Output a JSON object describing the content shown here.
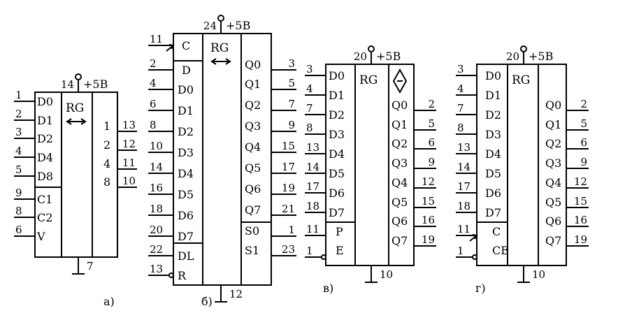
{
  "supply": "+5В",
  "rg": "RG",
  "chips": [
    {
      "id": "a",
      "caption": "а)",
      "power_pin": "14",
      "gnd_pin": "7",
      "left_pins": [
        {
          "num": "1",
          "label": "D0"
        },
        {
          "num": "2",
          "label": "D1"
        },
        {
          "num": "3",
          "label": "D2"
        },
        {
          "num": "4",
          "label": "D4"
        },
        {
          "num": "5",
          "label": "D8"
        },
        {
          "num": "9",
          "label": "C1"
        },
        {
          "num": "8",
          "label": "C2"
        },
        {
          "num": "6",
          "label": "V"
        }
      ],
      "right_pins": [
        {
          "num": "13",
          "label": "1"
        },
        {
          "num": "12",
          "label": "2"
        },
        {
          "num": "11",
          "label": "4"
        },
        {
          "num": "10",
          "label": "8"
        }
      ]
    },
    {
      "id": "b",
      "caption": "б)",
      "power_pin": "24",
      "gnd_pin": "12",
      "left_pins": [
        {
          "num": "11",
          "label": "C"
        },
        {
          "num": "2",
          "label": "D"
        },
        {
          "num": "4",
          "label": "D0"
        },
        {
          "num": "6",
          "label": "D1"
        },
        {
          "num": "8",
          "label": "D2"
        },
        {
          "num": "10",
          "label": "D3"
        },
        {
          "num": "14",
          "label": "D4"
        },
        {
          "num": "16",
          "label": "D5"
        },
        {
          "num": "18",
          "label": "D6"
        },
        {
          "num": "20",
          "label": "D7"
        },
        {
          "num": "22",
          "label": "DL"
        },
        {
          "num": "13",
          "label": "R"
        }
      ],
      "right_pins": [
        {
          "num": "3",
          "label": "Q0"
        },
        {
          "num": "5",
          "label": "Q1"
        },
        {
          "num": "7",
          "label": "Q2"
        },
        {
          "num": "9",
          "label": "Q3"
        },
        {
          "num": "15",
          "label": "Q4"
        },
        {
          "num": "17",
          "label": "Q5"
        },
        {
          "num": "19",
          "label": "Q6"
        },
        {
          "num": "21",
          "label": "Q7"
        },
        {
          "num": "1",
          "label": "S0"
        },
        {
          "num": "23",
          "label": "S1"
        }
      ]
    },
    {
      "id": "v",
      "caption": "в)",
      "power_pin": "20",
      "gnd_pin": "10",
      "left_pins": [
        {
          "num": "3",
          "label": "D0"
        },
        {
          "num": "4",
          "label": "D1"
        },
        {
          "num": "7",
          "label": "D2"
        },
        {
          "num": "8",
          "label": "D3"
        },
        {
          "num": "13",
          "label": "D4"
        },
        {
          "num": "14",
          "label": "D5"
        },
        {
          "num": "17",
          "label": "D6"
        },
        {
          "num": "18",
          "label": "D7"
        },
        {
          "num": "11",
          "label": "P"
        },
        {
          "num": "1",
          "label": "E"
        }
      ],
      "right_pins": [
        {
          "num": "2",
          "label": "Q0"
        },
        {
          "num": "5",
          "label": "Q1"
        },
        {
          "num": "6",
          "label": "Q2"
        },
        {
          "num": "9",
          "label": "Q3"
        },
        {
          "num": "12",
          "label": "Q4"
        },
        {
          "num": "15",
          "label": "Q5"
        },
        {
          "num": "16",
          "label": "Q6"
        },
        {
          "num": "19",
          "label": "Q7"
        }
      ]
    },
    {
      "id": "g",
      "caption": "г)",
      "power_pin": "20",
      "gnd_pin": "10",
      "left_pins": [
        {
          "num": "3",
          "label": "D0"
        },
        {
          "num": "4",
          "label": "D1"
        },
        {
          "num": "7",
          "label": "D2"
        },
        {
          "num": "8",
          "label": "D3"
        },
        {
          "num": "13",
          "label": "D4"
        },
        {
          "num": "14",
          "label": "D5"
        },
        {
          "num": "17",
          "label": "D6"
        },
        {
          "num": "18",
          "label": "D7"
        },
        {
          "num": "11",
          "label": "C"
        },
        {
          "num": "1",
          "label": "CE"
        }
      ],
      "right_pins": [
        {
          "num": "2",
          "label": "Q0"
        },
        {
          "num": "5",
          "label": "Q1"
        },
        {
          "num": "6",
          "label": "Q2"
        },
        {
          "num": "9",
          "label": "Q3"
        },
        {
          "num": "12",
          "label": "Q4"
        },
        {
          "num": "15",
          "label": "Q5"
        },
        {
          "num": "16",
          "label": "Q6"
        },
        {
          "num": "19",
          "label": "Q7"
        }
      ]
    }
  ]
}
